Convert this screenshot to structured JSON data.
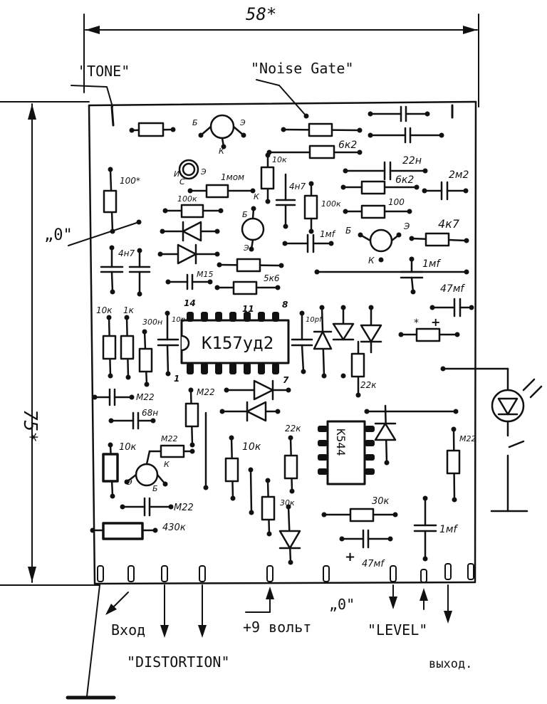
{
  "dimensions": {
    "width": "58*",
    "height": "75*"
  },
  "top_labels": {
    "tone": "\"TONE\"",
    "noise_gate": "\"Noise Gate\"",
    "zero_left": "„0\""
  },
  "bottom_labels": {
    "input": "Вход",
    "distortion": "\"DISTORTION\"",
    "power": "+9 вольт",
    "zero": "„0\"",
    "level": "\"LEVEL\"",
    "output": "выход."
  },
  "chips": {
    "main": "К157уд2",
    "small": "К544",
    "pin14": "14",
    "pin11": "11",
    "pin8": "8",
    "pin1": "1",
    "pin7": "7"
  },
  "transistor_labels": {
    "b": "Б",
    "e": "Э",
    "k": "К",
    "i": "И",
    "c": "С"
  },
  "component_values": {
    "r100s": "100*",
    "r100k_a": "100к",
    "r1m": "1мом",
    "r10k_top": "10к",
    "c4n7_top": "4н7",
    "r100k_b": "100к",
    "r6k2_top": "6к2",
    "c22n": "22н",
    "r6k2_mid": "6к2",
    "c2m2": "2м2",
    "r100": "100",
    "c1m_mid": "1мf",
    "r4k7": "4к7",
    "c4n7_left": "4н7",
    "cm15": "М15",
    "r5k6": "5к6",
    "c1m_right": "1мf",
    "c47m_right": "47мf",
    "r10k_left": "10к",
    "r1k": "1к",
    "c300n": "300н",
    "c10p_a": "10р",
    "c10p_b": "10рf",
    "r22k_right": "22к",
    "rm22_a": "М22",
    "cm22": "М22",
    "c68n": "68н",
    "rm22_b": "М22",
    "r10k_low": "10к",
    "r22k_low": "22к",
    "rm22_right": "М22",
    "r10k_bot": "10к",
    "r30k_a": "30к",
    "r30k_b": "30к",
    "cm22_bot": "М22",
    "r430k": "430к",
    "c1m_bot": "1мf",
    "c47m_bot": "47мf",
    "star": "*",
    "plus": "+"
  }
}
